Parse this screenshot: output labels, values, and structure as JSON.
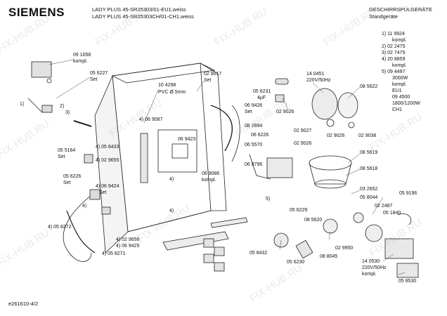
{
  "header": {
    "brand": "SIEMENS",
    "model_line_1": "LADY PLUS 45-SR25303/01-EU1,weiss",
    "model_line_2": "LADY PLUS 45-SR25303CH/01-CH1,weiss",
    "category_line_1": "GESCHIRRSPÜLGERÄTE",
    "category_line_2": "Standgeräte"
  },
  "legend": {
    "lines": [
      "1)  11 9924",
      "kompl.",
      "2)  02 2475",
      "3)  02 7475",
      "4)  20 8859",
      "kompl.",
      "5)  09 4497",
      "3000W",
      "kompl.",
      "EU1",
      "09 4500",
      "1800/1200W",
      "CH1"
    ]
  },
  "part_labels": [
    {
      "id": "p_091058",
      "text": "09 1058"
    },
    {
      "id": "p_kompl_a",
      "text": "kompl."
    },
    {
      "id": "p_056227",
      "text": "05 6227"
    },
    {
      "id": "p_set_a",
      "text": "Set"
    },
    {
      "id": "p_c1",
      "text": "1)"
    },
    {
      "id": "p_c2",
      "text": "2)"
    },
    {
      "id": "p_c3",
      "text": "3)"
    },
    {
      "id": "p_104298",
      "text": "10 4298"
    },
    {
      "id": "p_pvc",
      "text": "PVC Ø 5mm"
    },
    {
      "id": "p_029017",
      "text": "02 9017"
    },
    {
      "id": "p_set_b",
      "text": "Set"
    },
    {
      "id": "p_140451",
      "text": "14 0451"
    },
    {
      "id": "p_220v_a",
      "text": "220V/50Hz"
    },
    {
      "id": "p_085622",
      "text": "08 5622"
    },
    {
      "id": "p_056231",
      "text": "05 6231"
    },
    {
      "id": "p_4uf",
      "text": "4µF"
    },
    {
      "id": "p_029026_a",
      "text": "02 9026"
    },
    {
      "id": "p_069426",
      "text": "06 9426"
    },
    {
      "id": "p_set_c",
      "text": "Set"
    },
    {
      "id": "p_069087",
      "text": "4) 06 9087"
    },
    {
      "id": "p_082894",
      "text": "08 2894"
    },
    {
      "id": "p_029027",
      "text": "02 9027"
    },
    {
      "id": "p_066226",
      "text": "06 6226"
    },
    {
      "id": "p_029026_b",
      "text": "02 9026"
    },
    {
      "id": "p_029038",
      "text": "02 9038"
    },
    {
      "id": "p_065570",
      "text": "06 5570"
    },
    {
      "id": "p_069423",
      "text": "06 9423"
    },
    {
      "id": "p_029026_c",
      "text": "02 9026"
    },
    {
      "id": "p_085619",
      "text": "08 5619"
    },
    {
      "id": "p_055164",
      "text": "05 5164"
    },
    {
      "id": "p_set_d",
      "text": "Set"
    },
    {
      "id": "p_058433",
      "text": "4) 05 8433"
    },
    {
      "id": "p_029655",
      "text": "4) 02 9655"
    },
    {
      "id": "p_069796",
      "text": "06 9796"
    },
    {
      "id": "p_085618",
      "text": "08 5618"
    },
    {
      "id": "p_056226",
      "text": "05 6226"
    },
    {
      "id": "p_set_e",
      "text": "Set"
    },
    {
      "id": "p_069424",
      "text": "4) 06 9424"
    },
    {
      "id": "p_set_f",
      "text": "Set"
    },
    {
      "id": "p_069086",
      "text": "06 9086"
    },
    {
      "id": "p_kompl_b",
      "text": "kompl."
    },
    {
      "id": "p_c4a",
      "text": "4)"
    },
    {
      "id": "p_c4b",
      "text": "4)"
    },
    {
      "id": "p_c4c",
      "text": "4)"
    },
    {
      "id": "p_c5a",
      "text": "5)"
    },
    {
      "id": "p_032652",
      "text": "03 2652"
    },
    {
      "id": "p_058044",
      "text": "05 8044"
    },
    {
      "id": "p_059196",
      "text": "05 9196"
    },
    {
      "id": "p_022487",
      "text": "02 2487"
    },
    {
      "id": "p_051840",
      "text": "05 1840"
    },
    {
      "id": "p_058272",
      "text": "4) 05 8272"
    },
    {
      "id": "p_029656",
      "text": "4) 02 9656"
    },
    {
      "id": "p_069425",
      "text": "4) 06 9425"
    },
    {
      "id": "p_058271",
      "text": "4) 05 8271"
    },
    {
      "id": "p_056229",
      "text": "05 6229"
    },
    {
      "id": "p_085620",
      "text": "08 5620"
    },
    {
      "id": "p_029950",
      "text": "02 9950"
    },
    {
      "id": "p_058432",
      "text": "05 8432"
    },
    {
      "id": "p_056230",
      "text": "05 6230"
    },
    {
      "id": "p_058045",
      "text": "08 8045"
    },
    {
      "id": "p_140530",
      "text": "14 0530"
    },
    {
      "id": "p_220v_b",
      "text": "220V/50Hz"
    },
    {
      "id": "p_kompl_c",
      "text": "kompl."
    },
    {
      "id": "p_085530",
      "text": "05 8530"
    }
  ],
  "footer": {
    "code": "e261610-4/2"
  },
  "watermark": {
    "text": "FIX-HUB.RU"
  }
}
